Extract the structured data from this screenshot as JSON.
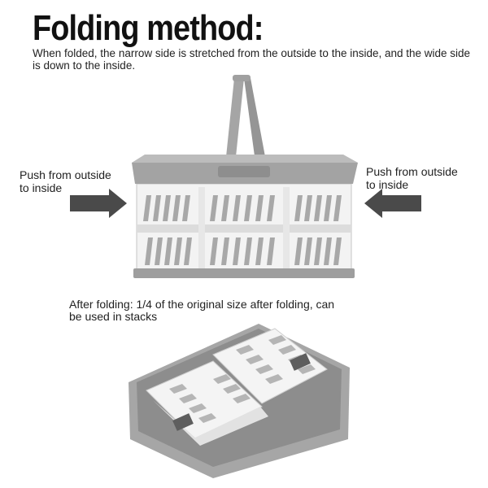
{
  "title": "Folding method:",
  "subtitle": "When folded, the narrow side is stretched from the outside to the inside, and the wide side is down to the inside.",
  "push_left": {
    "line1": "Push from outside",
    "line2": "to inside"
  },
  "push_right": {
    "line1": "Push from outside",
    "line2": "to inside"
  },
  "after_folding": {
    "line1": "After folding: 1/4 of the original size after folding, can",
    "line2": "be used in stacks"
  },
  "colors": {
    "frame_gray": "#9a9a9a",
    "basket_white": "#f2f2f2",
    "arrow_gray": "#4a4a4a"
  }
}
